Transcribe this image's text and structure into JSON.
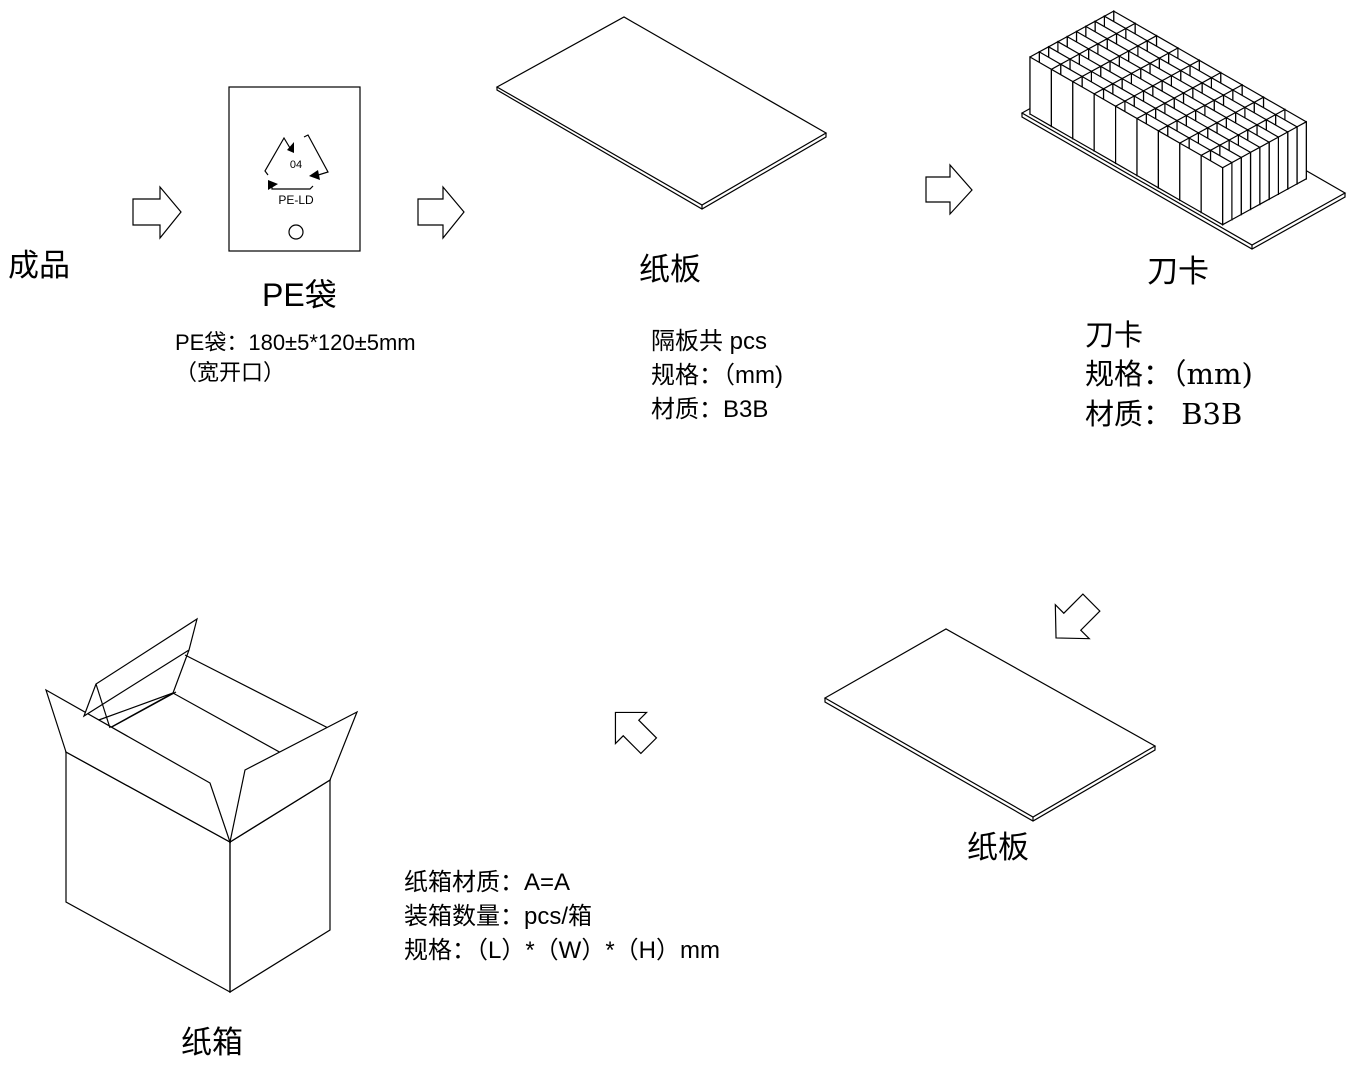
{
  "labels": {
    "finished_product": "成品",
    "pe_bag": "PE袋",
    "cardboard_1": "纸板",
    "knife_card": "刀卡",
    "cardboard_2": "纸板",
    "carton": "纸箱"
  },
  "pe_bag_icon": {
    "recycle_code": "04",
    "material": "PE-LD"
  },
  "pe_bag_spec": {
    "line1": "PE袋：180±5*120±5mm",
    "line2": "（宽开口）"
  },
  "cardboard_spec": {
    "line1": "隔板共 pcs",
    "line2": "规格：（mm)",
    "line3": "材质：B3B"
  },
  "knife_card_spec": {
    "line1": "刀卡",
    "line2": "规格：（mm)",
    "line3": "材质： B3B"
  },
  "carton_spec": {
    "line1": "纸箱材质：A=A",
    "line2": "装箱数量：pcs/箱",
    "line3": "规格：（L）*（W）*（H）mm"
  }
}
